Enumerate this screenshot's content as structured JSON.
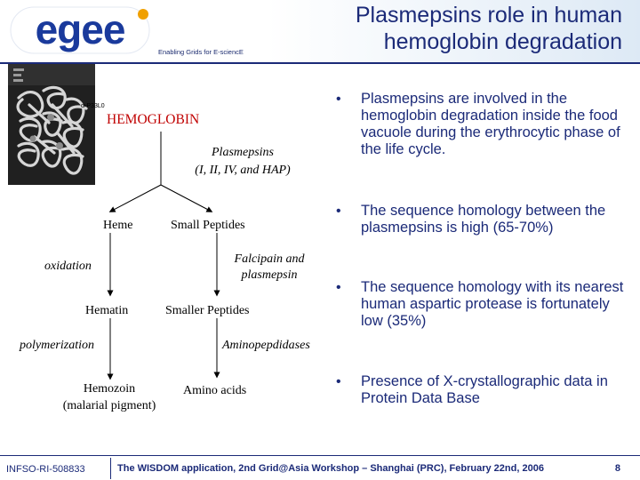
{
  "header": {
    "logo_text": "egee",
    "tagline": "Enabling Grids for E-sciencE",
    "title_line1": "Plasmepsins role in human",
    "title_line2": "hemoglobin degradation",
    "brand_color": "#1b2a78",
    "accent_color": "#c00000"
  },
  "image": {
    "label": "α-P33L0"
  },
  "diagram": {
    "hemoglobin": "HEMOGLOBIN",
    "plasmepsins_line1": "Plasmepsins",
    "plasmepsins_line2": "(I, II, IV, and HAP)",
    "heme": "Heme",
    "small_peptides": "Small Peptides",
    "oxidation": "oxidation",
    "falcipain_line1": "Falcipain and",
    "falcipain_line2": "plasmepsin",
    "hematin": "Hematin",
    "smaller_peptides": "Smaller Peptides",
    "polymerization": "polymerization",
    "aminopeptidases": "Aminopepdidases",
    "hemozoin_line1": "Hemozoin",
    "hemozoin_line2": "(malarial pigment)",
    "amino_acids": "Amino acids"
  },
  "bullets": [
    {
      "symbol": "•",
      "text": "Plasmepsins are involved in the hemoglobin degradation inside the food vacuole during the erythrocytic phase of the life cycle."
    },
    {
      "symbol": "•",
      "text": "The sequence homology between the plasmepsins is high (65-70%)"
    },
    {
      "symbol": "•",
      "text": "The sequence homology with its nearest human aspartic protease is fortunately low (35%)"
    },
    {
      "symbol": "•",
      "text": "Presence of X-crystallographic data in Protein Data Base"
    }
  ],
  "footer": {
    "code": "INFSO-RI-508833",
    "text": "The WISDOM application, 2nd Grid@Asia Workshop – Shanghai (PRC), February 22nd, 2006",
    "page": "8"
  }
}
